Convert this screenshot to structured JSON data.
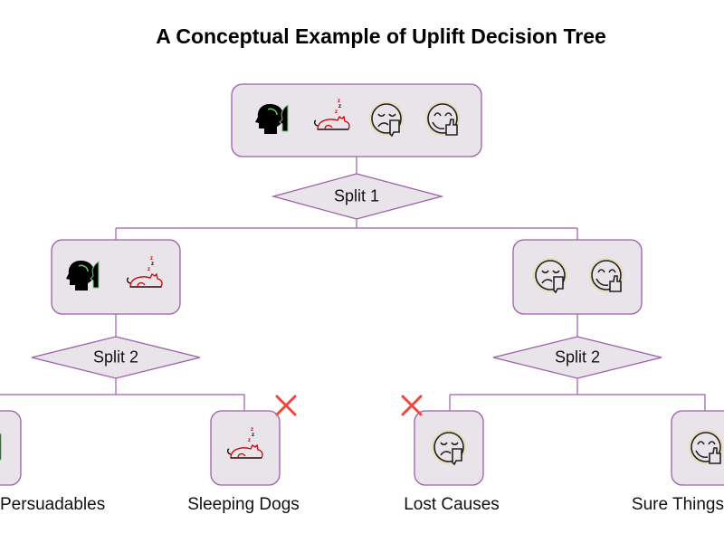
{
  "title": "A Conceptual Example of Uplift Decision Tree",
  "colors": {
    "node_fill": "#e9e4ea",
    "node_border": "#9c5fa9",
    "edge": "#9c5fa9",
    "reject_mark": "#f0463c"
  },
  "splits": [
    {
      "label": "Split 1"
    },
    {
      "label": "Split 2"
    },
    {
      "label": "Split 2"
    }
  ],
  "nodes": {
    "root": {
      "icons": [
        "persuadable-head-icon",
        "sleeping-dog-icon",
        "sad-thumbs-down-icon",
        "happy-thumbs-up-icon"
      ]
    },
    "left": {
      "icons": [
        "persuadable-head-icon",
        "sleeping-dog-icon"
      ]
    },
    "right": {
      "icons": [
        "sad-thumbs-down-icon",
        "happy-thumbs-up-icon"
      ]
    }
  },
  "leaves": [
    {
      "label": "Persuadables",
      "icon": "persuadable-head-icon",
      "rejected": false
    },
    {
      "label": "Sleeping Dogs",
      "icon": "sleeping-dog-icon",
      "rejected": true
    },
    {
      "label": "Lost Causes",
      "icon": "sad-thumbs-down-icon",
      "rejected": true
    },
    {
      "label": "Sure Things",
      "icon": "happy-thumbs-up-icon",
      "rejected": false
    }
  ]
}
